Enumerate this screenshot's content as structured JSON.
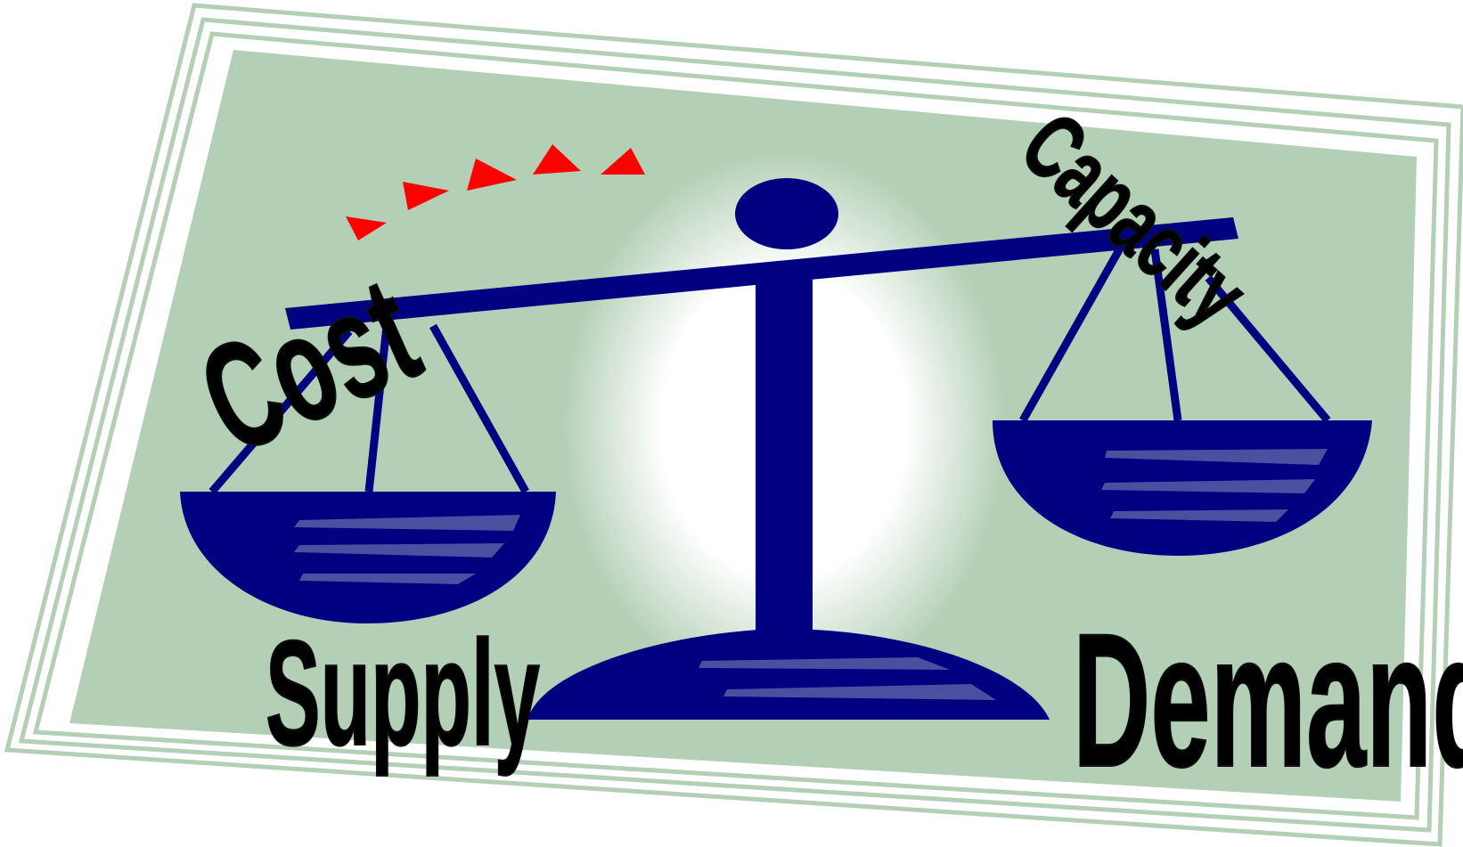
{
  "labels": {
    "cost": "Cost",
    "capacity": "Capacity",
    "supply": "Supply",
    "demand": "Demand"
  },
  "colors": {
    "background": "#ffffff",
    "card": "#b3cfb5",
    "frame_line": "#b3cfb5",
    "scale": "#000080",
    "scale_highlight": "#4a4fa0",
    "text": "#000000",
    "sparks": "#ff0000"
  },
  "icons": [
    "balance-scale-icon"
  ]
}
